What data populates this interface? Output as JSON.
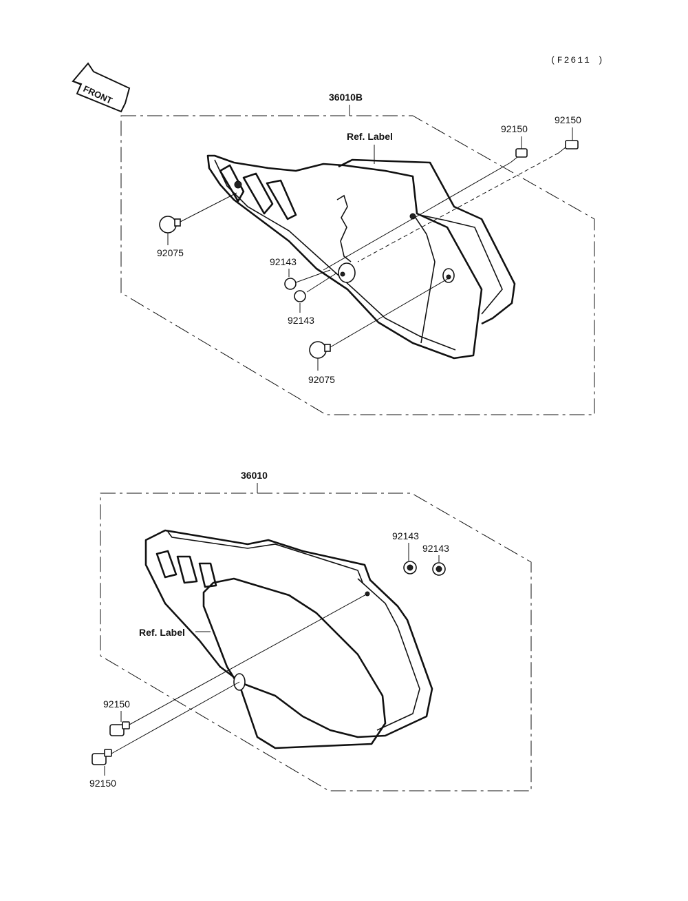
{
  "header": {
    "figure_code": "(F2611 )"
  },
  "front_arrow": {
    "label": "FRONT"
  },
  "assembly_upper": {
    "part_number": "36010B",
    "ref_label": "Ref. Label",
    "callouts": [
      "92150",
      "92150",
      "92075",
      "92143",
      "92143",
      "92075"
    ]
  },
  "assembly_lower": {
    "part_number": "36010",
    "ref_label": "Ref. Label",
    "callouts": [
      "92143",
      "92143",
      "92150",
      "92150"
    ]
  }
}
